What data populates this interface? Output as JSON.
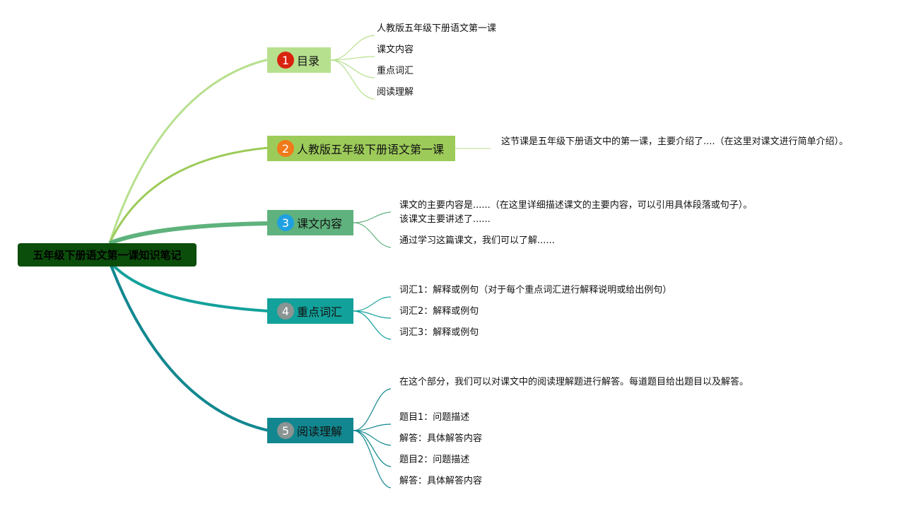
{
  "root": {
    "label": "五年级下册语文第一课知识笔记",
    "color": "#0b4d0b"
  },
  "branches": [
    {
      "num": "1",
      "label": "目录",
      "color": "#b7e08e",
      "num_bg": "#d9230f",
      "num_fg": "#ffffff",
      "leaves": [
        "人教版五年级下册语文第一课",
        "课文内容",
        "重点词汇",
        "阅读理解"
      ]
    },
    {
      "num": "2",
      "label": "人教版五年级下册语文第一课",
      "color": "#9dcb5a",
      "num_bg": "#f07a1a",
      "num_fg": "#ffffff",
      "leaves": [
        "这节课是五年级下册语文中的第一课，主要介绍了....（在这里对课文进行简单介绍）。"
      ]
    },
    {
      "num": "3",
      "label": "课文内容",
      "color": "#5fb27d",
      "num_bg": "#1fa0e0",
      "num_fg": "#ffffff",
      "leaves": [
        "课文的主要内容是......（在这里详细描述课文的主要内容，可以引用具体段落或句子）。该课文主要讲述了......",
        "通过学习这篇课文，我们可以了解......"
      ]
    },
    {
      "num": "4",
      "label": "重点词汇",
      "color": "#13a19b",
      "num_bg": "#8a9493",
      "num_fg": "#ffffff",
      "leaves": [
        "词汇1：解释或例句（对于每个重点词汇进行解释说明或给出例句）",
        "词汇2：解释或例句",
        "词汇3：解释或例句"
      ]
    },
    {
      "num": "5",
      "label": "阅读理解",
      "color": "#12878f",
      "num_bg": "#8a9493",
      "num_fg": "#ffffff",
      "leaves": [
        "在这个部分，我们可以对课文中的阅读理解题进行解答。每道题目给出题目以及解答。",
        "题目1：问题描述",
        "解答：具体解答内容",
        "题目2：问题描述",
        "解答：具体解答内容"
      ]
    }
  ]
}
